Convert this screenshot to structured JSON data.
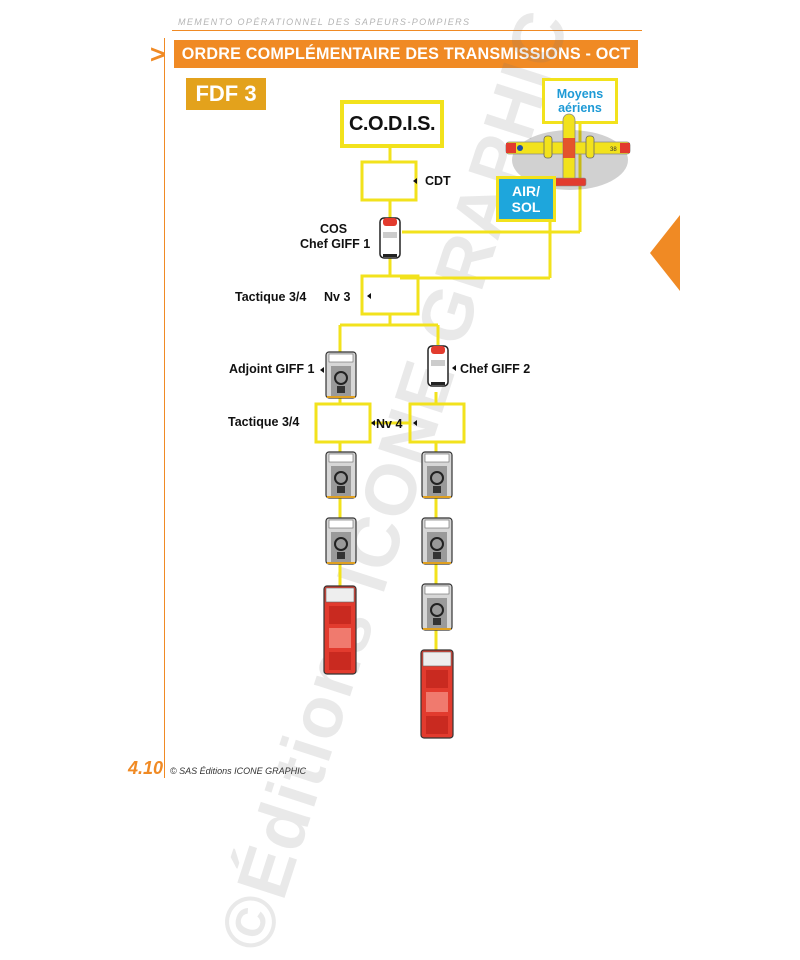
{
  "header": {
    "running_title": "MEMENTO OPÉRATIONNEL DES SAPEURS-POMPIERS"
  },
  "title": {
    "chevron": ">",
    "text": "ORDRE COMPLÉMENTAIRE DES TRANSMISSIONS - OCT"
  },
  "badge": "FDF 3",
  "diagram": {
    "codis": "C.O.D.I.S.",
    "cdt": "CDT",
    "cos": "COS",
    "chef_giff_1": "Chef GIFF 1",
    "tactique_nv3": "Tactique 3/4",
    "nv3": "Nv 3",
    "adjoint_giff_1": "Adjoint GIFF 1",
    "chef_giff_2": "Chef GIFF 2",
    "tactique_nv4": "Tactique 3/4",
    "nv4": "Nv 4",
    "moyens_aeriens_1": "Moyens",
    "moyens_aeriens_2": "aériens",
    "air_sol_1": "AIR/",
    "air_sol_2": "SOL",
    "plane_number": "38"
  },
  "watermark": "©Éditions ICONE GRAPHIC",
  "footer": {
    "page_number": "4.10",
    "copyright": "© SAS Éditions ICONE GRAPHIC"
  },
  "colors": {
    "orange": "#f08a24",
    "yellow": "#f2e21c",
    "gold": "#e3a21c",
    "blue": "#1ea6dc",
    "truck_red": "#e23b2e"
  }
}
